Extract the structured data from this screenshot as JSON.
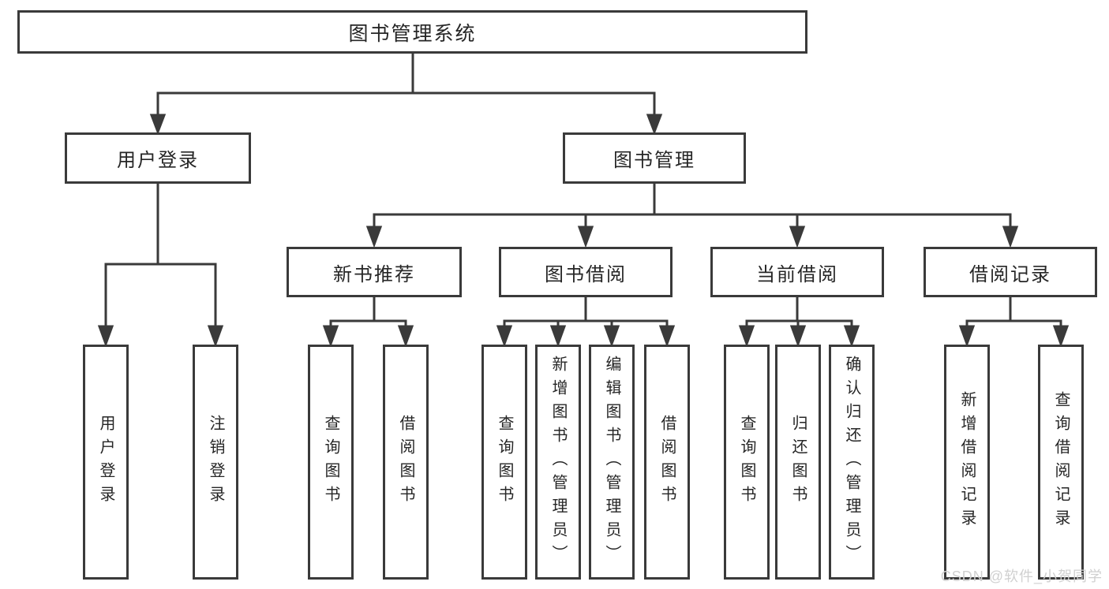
{
  "tree": {
    "label": "图书管理系统",
    "children": [
      {
        "label": "用户登录",
        "children": [
          {
            "label": "用户登录"
          },
          {
            "label": "注销登录"
          }
        ]
      },
      {
        "label": "图书管理",
        "children": [
          {
            "label": "新书推荐",
            "children": [
              {
                "label": "查询图书"
              },
              {
                "label": "借阅图书"
              }
            ]
          },
          {
            "label": "图书借阅",
            "children": [
              {
                "label": "查询图书"
              },
              {
                "label": "新增图书（管理员）"
              },
              {
                "label": "编辑图书（管理员）"
              },
              {
                "label": "借阅图书"
              }
            ]
          },
          {
            "label": "当前借阅",
            "children": [
              {
                "label": "查询图书"
              },
              {
                "label": "归还图书"
              },
              {
                "label": "确认归还（管理员）"
              }
            ]
          },
          {
            "label": "借阅记录",
            "children": [
              {
                "label": "新增借阅记录"
              },
              {
                "label": "查询借阅记录"
              }
            ]
          }
        ]
      }
    ]
  },
  "watermark": {
    "text": "CSDN @软件_小贺同学"
  },
  "colors": {
    "line": "#3a3a3a",
    "box_border": "#3a3a3a",
    "text": "#262626",
    "watermark": "#d0d0d0",
    "background": "#ffffff"
  }
}
